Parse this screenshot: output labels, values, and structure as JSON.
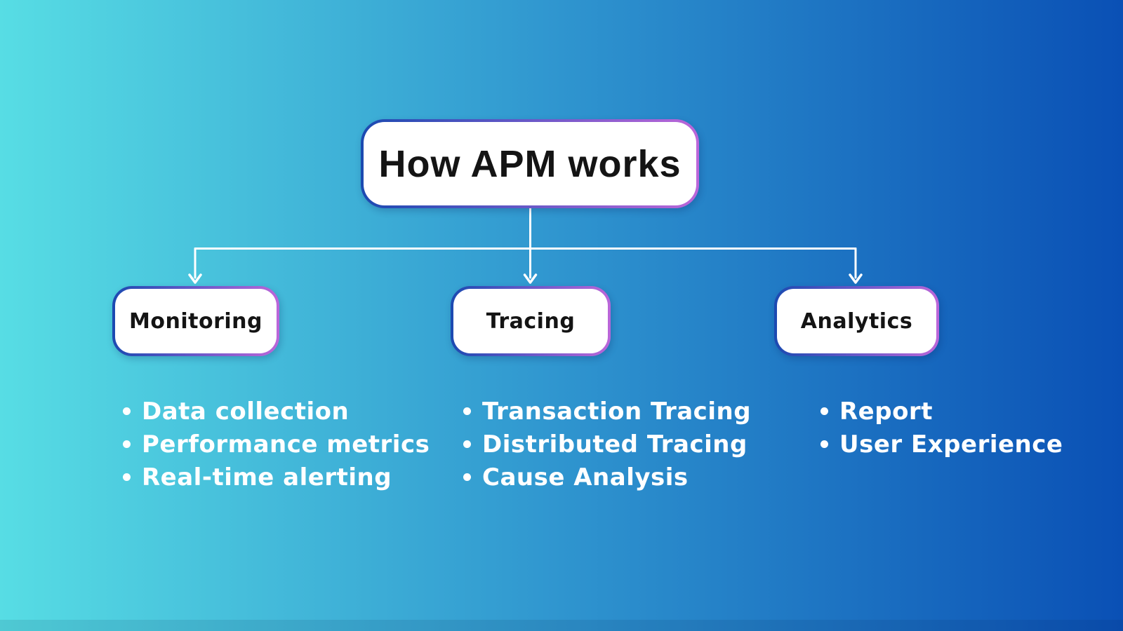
{
  "title": {
    "text": "How APM works"
  },
  "branches": [
    {
      "label": "Monitoring",
      "items": [
        "Data collection",
        "Performance metrics",
        "Real-time alerting"
      ]
    },
    {
      "label": "Tracing",
      "items": [
        "Transaction Tracing",
        "Distributed Tracing",
        "Cause Analysis"
      ]
    },
    {
      "label": "Analytics",
      "items": [
        "Report",
        "User Experience"
      ]
    }
  ],
  "colors": {
    "background_left": "#57dde4",
    "background_mid": "#2f95cf",
    "background_right": "#0a50b5",
    "node_border_blue": "#1b4ab1",
    "node_border_purple": "#bb66d9",
    "node_fill": "#ffffff",
    "node_text": "#141414",
    "list_text": "#ffffff",
    "connector": "#ffffff"
  }
}
